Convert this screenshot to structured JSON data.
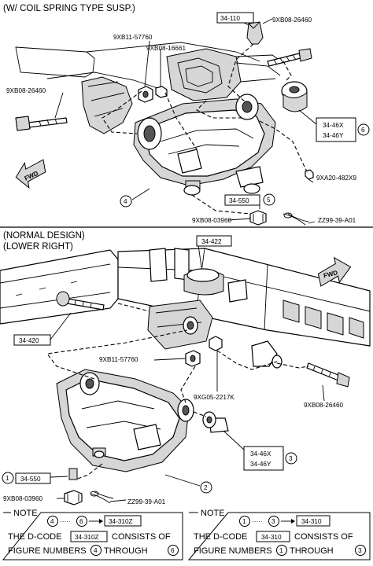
{
  "sections": {
    "coil": {
      "title": "(W/ COIL SPRING TYPE SUSP.)"
    },
    "normal": {
      "title_line1": "(NORMAL DESIGN)",
      "title_line2": "(LOWER RIGHT)"
    }
  },
  "fwd_label": "FWD",
  "coil_labels": {
    "p34_110": "34-110",
    "p9xb08_26460_top": "9XB08-26460",
    "p9xb11_57760": "9XB11-57760",
    "p9xb08_16661": "9XB08-16661",
    "p9xb08_26460_left": "9XB08-26460",
    "p34_46x": "34-46X",
    "p34_46y": "34-46Y",
    "callout6": "6",
    "p9xa20_482x9": "9XA20-482X9",
    "callout4": "4",
    "p34_550": "34-550",
    "callout5": "5",
    "p9xb08_03960": "9XB08-03960",
    "pzz99": "ZZ99-39-A01"
  },
  "normal_labels": {
    "p34_422": "34-422",
    "p34_420": "34-420",
    "p9xb11_57760": "9XB11-57760",
    "p9xg05_2217k": "9XG05-2217K",
    "p9xb08_26460": "9XB08-26460",
    "p34_46x": "34-46X",
    "p34_46y": "34-46Y",
    "callout3": "3",
    "callout1": "1",
    "p34_550": "34-550",
    "callout2": "2",
    "p9xb08_03960": "9XB08-03960",
    "pzz99": "ZZ99-39-A01"
  },
  "notes": {
    "left": {
      "title": "NOTE",
      "from": "4",
      "dots": "·····",
      "to": "6",
      "code": "34-310Z",
      "line2a": "THE D-CODE",
      "line2code": "34-310Z",
      "line2b": "CONSISTS OF",
      "line3a": "FIGURE NUMBERS",
      "line3n1": "4",
      "line3b": "THROUGH",
      "line3n2": "6"
    },
    "right": {
      "title": "NOTE",
      "from": "1",
      "dots": "·····",
      "to": "3",
      "code": "34-310",
      "line2a": "THE D-CODE",
      "line2code": "34-310",
      "line2b": "CONSISTS OF",
      "line3a": "FIGURE NUMBERS",
      "line3n1": "1",
      "line3b": "THROUGH",
      "line3n2": "3"
    }
  }
}
